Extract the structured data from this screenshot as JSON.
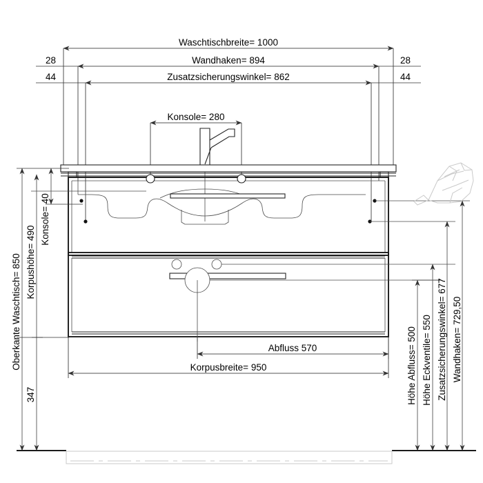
{
  "drawing": {
    "title": "Waschtisch Technische Zeichnung",
    "units": "mm",
    "language": "de"
  },
  "dimensions": {
    "top": [
      {
        "id": "waschtischbreite",
        "label": "Waschtischbreite= 1000",
        "value": 1000
      },
      {
        "id": "wandhaken",
        "label": "Wandhaken=  894",
        "value": 894
      },
      {
        "id": "zusatzsicherungswinkel",
        "label": "Zusatzsicherungswinkel=  862",
        "value": 862
      }
    ],
    "edge_left": [
      {
        "id": "offset-28-left",
        "label": "28",
        "value": 28
      },
      {
        "id": "offset-44-left",
        "label": "44",
        "value": 44
      }
    ],
    "edge_right": [
      {
        "id": "offset-28-right",
        "label": "28",
        "value": 28
      },
      {
        "id": "offset-44-right",
        "label": "44",
        "value": 44
      }
    ],
    "konsole": {
      "id": "konsole-breite",
      "label": "Konsole= 280",
      "value": 280
    },
    "left_vertical": [
      {
        "id": "oberkante-waschtisch",
        "label": "Oberkante Waschtisch= 850",
        "value": 850
      },
      {
        "id": "korpushoehe",
        "label": "Korpushöhe= 490",
        "value": 490
      },
      {
        "id": "konsole-hoehe",
        "label": "Konsole= 40",
        "value": 40
      },
      {
        "id": "bodenabstand",
        "label": "347",
        "value": 347
      }
    ],
    "right_vertical": [
      {
        "id": "hoehe-abfluss",
        "label": "Höhe Abfluss=  500",
        "value": 500
      },
      {
        "id": "hoehe-eckventile",
        "label": "Höhe Eckventile=  550",
        "value": 550
      },
      {
        "id": "zusatzsicherungswinkel-hoehe",
        "label": "Zusatzsicherungswinkel=  677",
        "value": 677
      },
      {
        "id": "wandhaken-hoehe",
        "label": "Wandhaken= 729,50",
        "value": 729.5
      }
    ],
    "bottom": [
      {
        "id": "abfluss",
        "label": "Abfluss 570",
        "value": 570
      },
      {
        "id": "korpusbreite",
        "label": "Korpusbreite= 950",
        "value": 950
      }
    ]
  },
  "parts": {
    "faucet": "faucet-icon",
    "hairdryer": "hairdryer-icon",
    "basin": "washbasin-outline",
    "cabinet": "vanity-cabinet",
    "drawer_handle": "drawer-handle",
    "eckventile": "eckventil-circles",
    "abfluss_circle": "drain-circle",
    "floor": "floor-line",
    "baseboard": "baseboard-outline"
  },
  "colors": {
    "line": "#222222",
    "dim": "#555555",
    "accent_gray": "#c9c9c9"
  }
}
